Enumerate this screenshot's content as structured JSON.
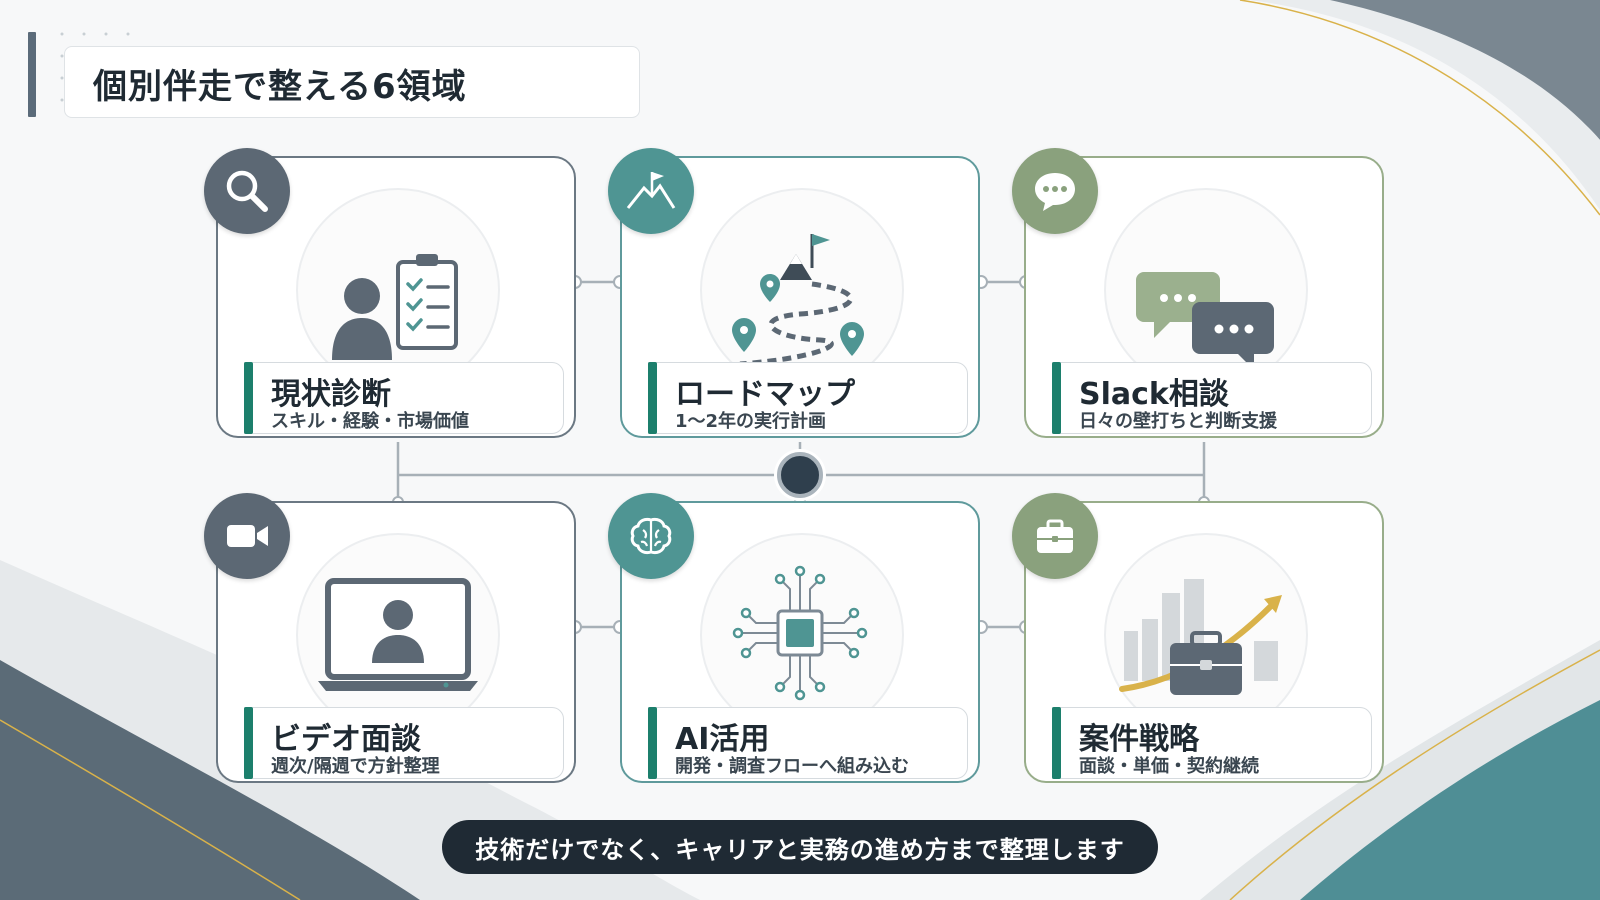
{
  "slide": {
    "title": "個別伴走で整える6領域",
    "footer": "技術だけでなく、キャリアと実務の進め方まで整理します"
  },
  "cards": [
    {
      "title": "現状診断",
      "subtitle": "スキル・経験・市場価値",
      "icon": "magnifier-icon",
      "illustration": "person-checklist"
    },
    {
      "title": "ロードマップ",
      "subtitle": "1〜2年の実行計画",
      "icon": "mountain-flag-icon",
      "illustration": "winding-path-to-summit"
    },
    {
      "title": "Slack相談",
      "subtitle": "日々の壁打ちと判断支援",
      "icon": "chat-bubble-icon",
      "illustration": "two-chat-bubbles"
    },
    {
      "title": "ビデオ面談",
      "subtitle": "週次/隔週で方針整理",
      "icon": "video-camera-icon",
      "illustration": "laptop-video-call"
    },
    {
      "title": "AI活用",
      "subtitle": "開発・調査フローへ組み込む",
      "icon": "brain-icon",
      "illustration": "circuit-chip"
    },
    {
      "title": "案件戦略",
      "subtitle": "面談・単価・契約継続",
      "icon": "briefcase-icon",
      "illustration": "briefcase-growth-chart"
    }
  ],
  "colors": {
    "slate": "#5c6874",
    "teal": "#4f9593",
    "sage": "#8aa17d",
    "accent_bar": "#1c7f6c",
    "dark": "#1f2a34",
    "gold": "#d9b24a"
  }
}
